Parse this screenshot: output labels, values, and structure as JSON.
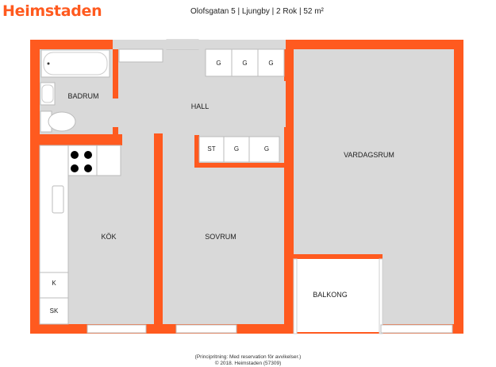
{
  "brand": {
    "name": "Heimstaden",
    "color": "#ff5a1f"
  },
  "header": {
    "address": "Olofsgatan 5 | Ljungby | 2 Rok | 52 m²"
  },
  "rooms": {
    "badrum": "BADRUM",
    "hall": "HALL",
    "vardagsrum": "VARDAGSRUM",
    "kok": "KÖK",
    "sovrum": "SOVRUM",
    "balkong": "BALKONG"
  },
  "fixtures": {
    "g1": "G",
    "g2": "G",
    "g3": "G",
    "st": "ST",
    "g4": "G",
    "g5": "G",
    "k": "K",
    "sk": "SK"
  },
  "footer": {
    "line1": "(Principritning: Med reservation för avvikelser.)",
    "line2": "© 2018. Heimstaden (57309)"
  },
  "colors": {
    "wall": "#ff5a1f",
    "floor": "#d9d9d9",
    "fixture": "#ffffff"
  }
}
